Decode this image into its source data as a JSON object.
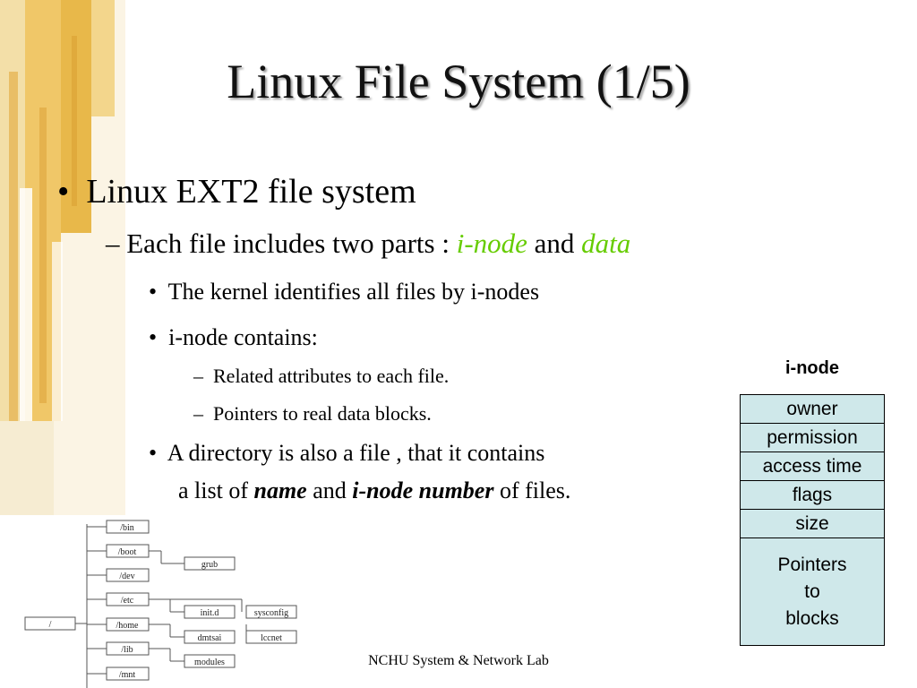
{
  "slide": {
    "title": "Linux File System (1/5)",
    "footer": "NCHU System & Network Lab"
  },
  "content": {
    "bullet1": {
      "marker": "•",
      "text": "Linux EXT2 file system"
    },
    "sub1": {
      "prefix": "– Each file includes two parts : ",
      "inode": "i-node",
      "and": " and ",
      "data": "data"
    },
    "items": [
      {
        "marker": "•",
        "text": "The kernel identifies all files by i-nodes"
      },
      {
        "marker": "•",
        "text": "i-node contains:"
      }
    ],
    "subitems": [
      {
        "marker": "–",
        "text": "Related attributes to each file."
      },
      {
        "marker": "–",
        "text": "Pointers to real data blocks."
      }
    ],
    "dir_item": {
      "marker": "•",
      "line1": "A directory is also a file , that it contains",
      "line2_a": "a list of ",
      "name": "name",
      "line2_and": " and ",
      "inode_number": "i-node number",
      "line2_b": " of files."
    }
  },
  "inode_table": {
    "label": "i-node",
    "fields": [
      "owner",
      "permission",
      "access time",
      "flags",
      "size"
    ],
    "pointers": [
      "Pointers",
      "to",
      "blocks"
    ],
    "fill_color": "#cfe8ea"
  },
  "tree": {
    "root": "/",
    "dirs": [
      "/bin",
      "/boot",
      "/dev",
      "/etc",
      "/home",
      "/lib",
      "/mnt"
    ],
    "children": [
      "grub",
      "init.d",
      "sysconfig",
      "dmtsai",
      "lccnet",
      "modules"
    ]
  },
  "colors": {
    "accent_green": "#66cc00",
    "table_fill": "#cfe8ea",
    "decor": "#e8b84a"
  }
}
